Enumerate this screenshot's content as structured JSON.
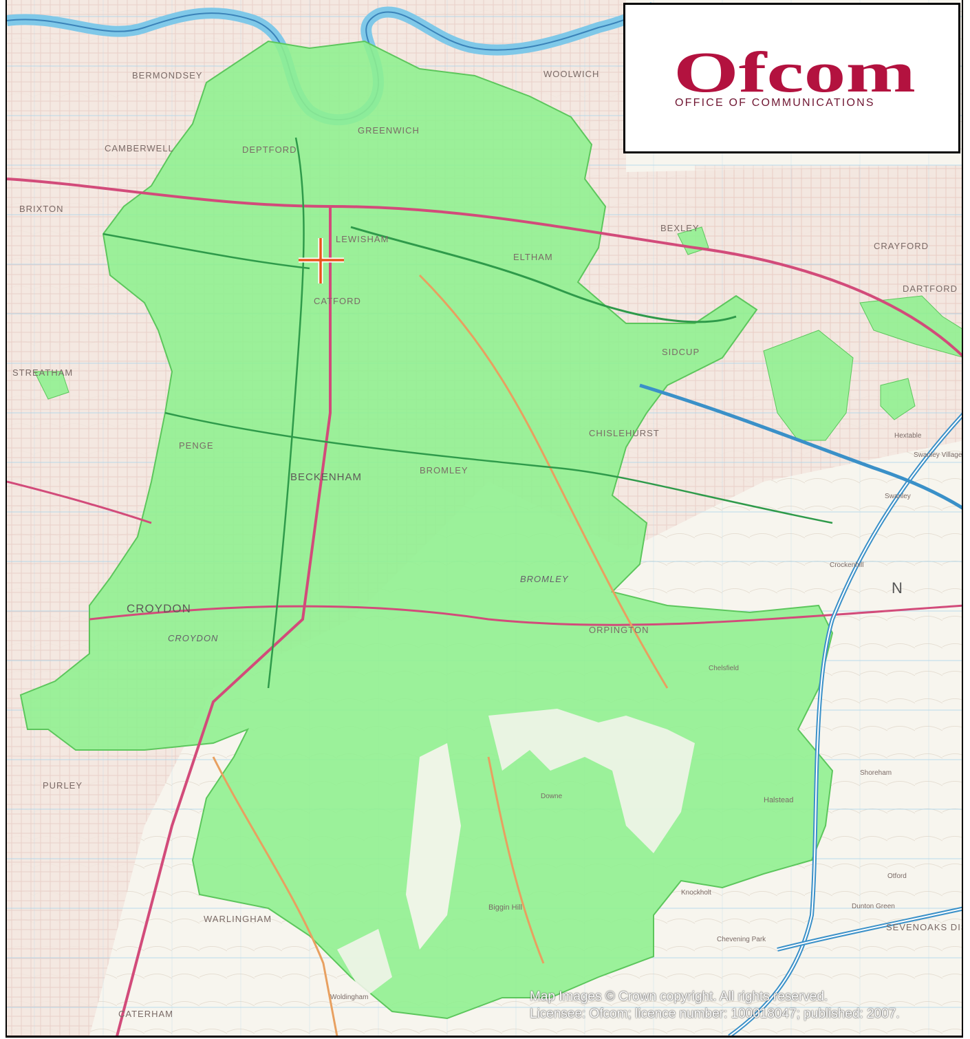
{
  "map": {
    "place_names": [
      {
        "name": "BERMONDSEY"
      },
      {
        "name": "WOOLWICH"
      },
      {
        "name": "GREENWICH"
      },
      {
        "name": "CAMBERWELL"
      },
      {
        "name": "DEPTFORD"
      },
      {
        "name": "BRIXTON"
      },
      {
        "name": "LEWISHAM"
      },
      {
        "name": "BEXLEY"
      },
      {
        "name": "CRAYFORD"
      },
      {
        "name": "ELTHAM"
      },
      {
        "name": "CATFORD"
      },
      {
        "name": "DARTFORD"
      },
      {
        "name": "SIDCUP"
      },
      {
        "name": "STREATHAM"
      },
      {
        "name": "CHISLEHURST"
      },
      {
        "name": "PENGE"
      },
      {
        "name": "BECKENHAM"
      },
      {
        "name": "BROMLEY"
      },
      {
        "name": "CROYDON"
      },
      {
        "name": "ORPINGTON"
      },
      {
        "name": "PURLEY"
      },
      {
        "name": "WARLINGHAM"
      },
      {
        "name": "CATERHAM"
      },
      {
        "name": "SEVENOAKS DISTR"
      },
      {
        "name": "Hextable"
      },
      {
        "name": "Swanley Village"
      },
      {
        "name": "Halstead"
      },
      {
        "name": "Biggin Hill"
      },
      {
        "name": "Knockholt"
      },
      {
        "name": "Chelsfield"
      },
      {
        "name": "Woldingham"
      },
      {
        "name": "Swanley"
      },
      {
        "name": "Crockenhill"
      },
      {
        "name": "Dunton Green"
      },
      {
        "name": "Chevening Park"
      },
      {
        "name": "Downe"
      },
      {
        "name": "Shoreham"
      },
      {
        "name": "Otford"
      }
    ],
    "district_labels": [
      {
        "name": "CROYDON"
      },
      {
        "name": "BROMLEY"
      }
    ],
    "grid_letter": "N",
    "colors": {
      "coverage": "#8ef08e",
      "coverage_stroke": "#5cc65c",
      "base": "#f6f2ea",
      "road_major": "#d24b7a",
      "road_minor": "#e8a060",
      "river": "#7fc8e8",
      "grid": "#a8d4ec",
      "marker": "#e8541a"
    },
    "marker_icon": "transmitter-cross-icon"
  },
  "logo": {
    "wordmark": "Ofcom",
    "subtitle": "OFFICE OF COMMUNICATIONS",
    "color": "#b3123f"
  },
  "copyright": {
    "line1": "Map Images © Crown copyright. All rights reserved.",
    "line2": "Licensee: Ofcom; licence number: 100018047; published: 2007."
  }
}
